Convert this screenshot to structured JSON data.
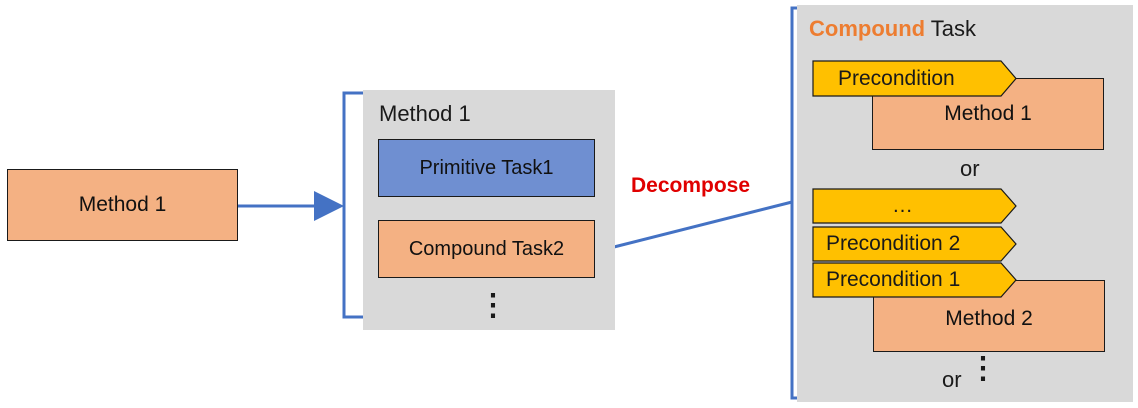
{
  "left_method": {
    "label": "Method 1"
  },
  "middle": {
    "title": "Method 1",
    "primitive_task": "Primitive Task1",
    "compound_task": "Compound Task2",
    "more": "⋮"
  },
  "decompose_label": "Decompose",
  "right": {
    "title_highlight": "Compound",
    "title_rest": " Task",
    "option1": {
      "precondition": "Precondition",
      "method": "Method 1"
    },
    "or1": "or",
    "option2": {
      "ellipsis": "…",
      "precondition2": "Precondition 2",
      "precondition1": "Precondition 1",
      "method": "Method 2"
    },
    "or2": "or",
    "more": "⋮"
  },
  "colors": {
    "method_fill": "#f4b183",
    "primitive_fill": "#6f8fd1",
    "panel_fill": "#d9d9d9",
    "precondition_fill": "#ffc000",
    "bracket_blue": "#4472c4",
    "decompose_red": "#e00000",
    "compound_orange": "#ed7d31"
  }
}
